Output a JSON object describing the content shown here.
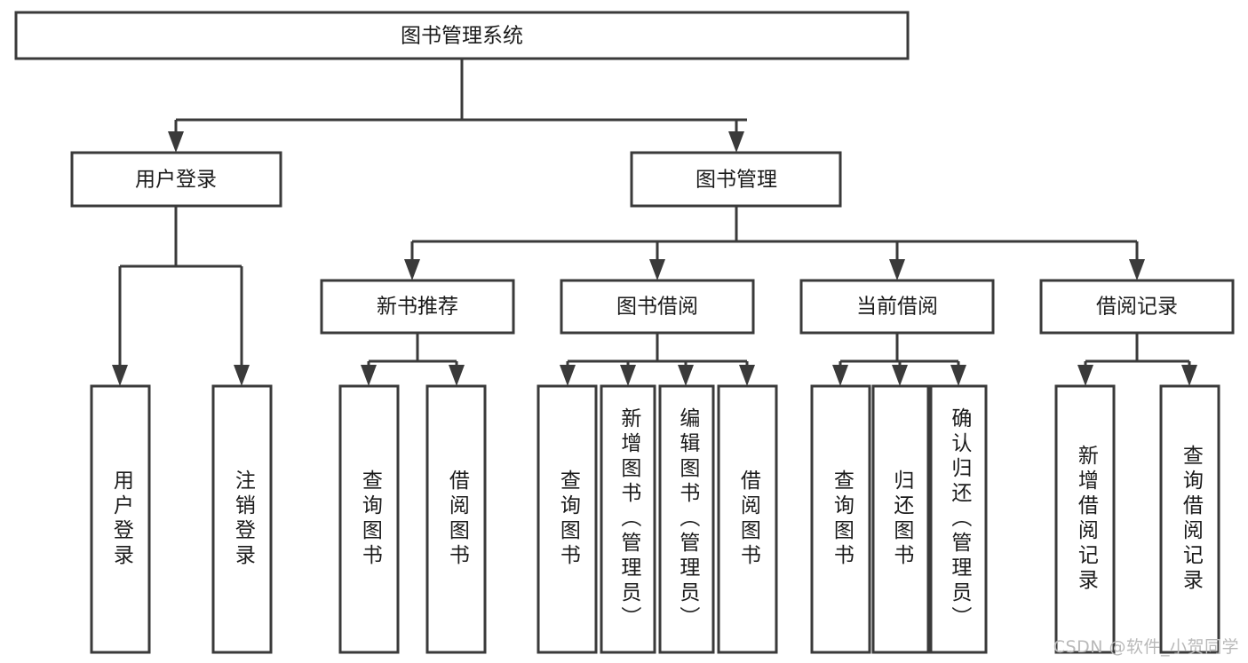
{
  "diagram": {
    "title": "图书管理系统",
    "type": "tree-hierarchy-chart",
    "orientation": "top-down",
    "colors": {
      "box_fill": "#ffffff",
      "box_stroke": "#3a3a3a",
      "connector": "#3a3a3a",
      "text": "#1b1b1b",
      "watermark": "#b9b9b9",
      "background": "#ffffff"
    },
    "root": {
      "label": "图书管理系统",
      "orientation": "horizontal"
    },
    "level1": [
      {
        "label": "用户登录",
        "orientation": "horizontal"
      },
      {
        "label": "图书管理",
        "orientation": "horizontal"
      }
    ],
    "level2": [
      {
        "label": "新书推荐",
        "orientation": "horizontal"
      },
      {
        "label": "图书借阅",
        "orientation": "horizontal"
      },
      {
        "label": "当前借阅",
        "orientation": "horizontal"
      },
      {
        "label": "借阅记录",
        "orientation": "horizontal"
      }
    ],
    "leaves": {
      "user_login": [
        {
          "label": "用户登录",
          "orientation": "vertical"
        },
        {
          "label": "注销登录",
          "orientation": "vertical"
        }
      ],
      "new_book_recommend": [
        {
          "label": "查询图书",
          "orientation": "vertical"
        },
        {
          "label": "借阅图书",
          "orientation": "vertical"
        }
      ],
      "book_borrow": [
        {
          "label": "查询图书",
          "orientation": "vertical"
        },
        {
          "label": "新增图书（管理员）",
          "orientation": "vertical"
        },
        {
          "label": "编辑图书（管理员）",
          "orientation": "vertical"
        },
        {
          "label": "借阅图书",
          "orientation": "vertical"
        }
      ],
      "current_borrow": [
        {
          "label": "查询图书",
          "orientation": "vertical"
        },
        {
          "label": "归还图书",
          "orientation": "vertical"
        },
        {
          "label": "确认归还（管理员）",
          "orientation": "vertical"
        }
      ],
      "borrow_record": [
        {
          "label": "新增借阅记录",
          "orientation": "vertical"
        },
        {
          "label": "查询借阅记录",
          "orientation": "vertical"
        }
      ]
    }
  },
  "watermark": {
    "text": "CSDN @软件_小贺同学"
  }
}
